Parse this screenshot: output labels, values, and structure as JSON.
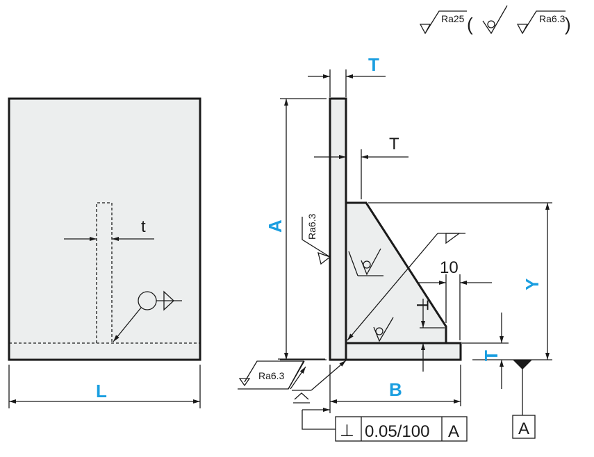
{
  "surface_finish_legend": {
    "general": "Ra25",
    "open_paren": "(",
    "exception": "Ra6.3",
    "close_paren": ")"
  },
  "front_view": {
    "width_label": "L",
    "slot_thickness_label": "t"
  },
  "side_view": {
    "height_label": "A",
    "depth_label": "B",
    "gusset_height_label": "Y",
    "top_thickness_label": "T",
    "plate_thickness_label": "T",
    "base_thickness_label": "T",
    "gusset_thickness_label": "T",
    "gusset_offset_label": "10",
    "vertical_face_finish": "Ra6.3",
    "bottom_face_finish": "Ra6.3"
  },
  "feature_control_frame": {
    "symbol": "⊥",
    "tolerance": "0.05/100",
    "datum": "A"
  },
  "datum_label": "A",
  "colors": {
    "dimension_blue": "#1a9ee0",
    "part_fill": "#eceeee"
  }
}
